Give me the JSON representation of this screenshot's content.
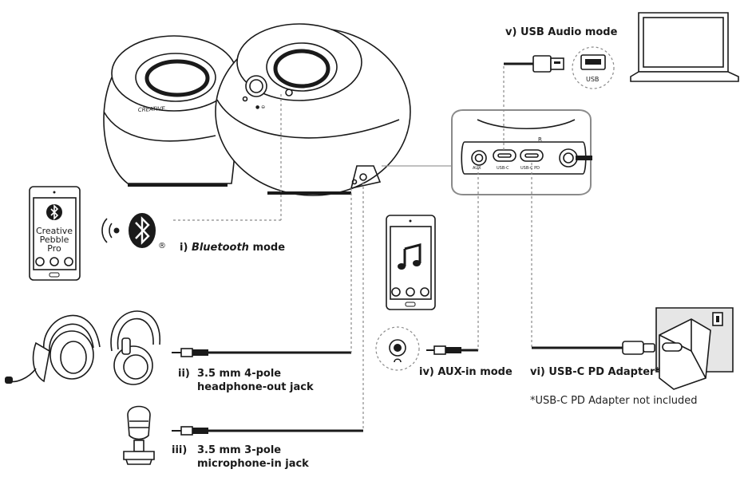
{
  "labels": {
    "usb_mode": "v) USB Audio mode",
    "bt_mode_prefix": "i) ",
    "bt_mode_italic": "Bluetooth",
    "bt_mode_suffix": " mode",
    "headphone_num": "ii)",
    "headphone_line1": "3.5 mm 4-pole",
    "headphone_line2": "headphone-out jack",
    "mic_num": "iii)",
    "mic_line1": "3.5 mm 3-pole",
    "mic_line2": "microphone-in jack",
    "aux_mode": "iv) AUX-in mode",
    "usbc_pd": "vi) USB-C PD Adapter*",
    "footnote": "*USB-C PD Adapter not included"
  },
  "device_text": {
    "speaker_brand": "CREATIVE",
    "phone_line1": "Creative",
    "phone_line2": "Pebble",
    "phone_line3": "Pro",
    "usb_port": "USB",
    "panel_aux": "AUX",
    "panel_usbc": "USB-C",
    "panel_usbc_pd": "USB-C PD",
    "panel_r": "R",
    "registered": "®"
  },
  "icons": [
    "bluetooth-icon",
    "wireless-signal-icon",
    "music-note-icon",
    "headphone-icon",
    "microphone-icon",
    "laptop-icon",
    "wall-adapter-icon"
  ]
}
